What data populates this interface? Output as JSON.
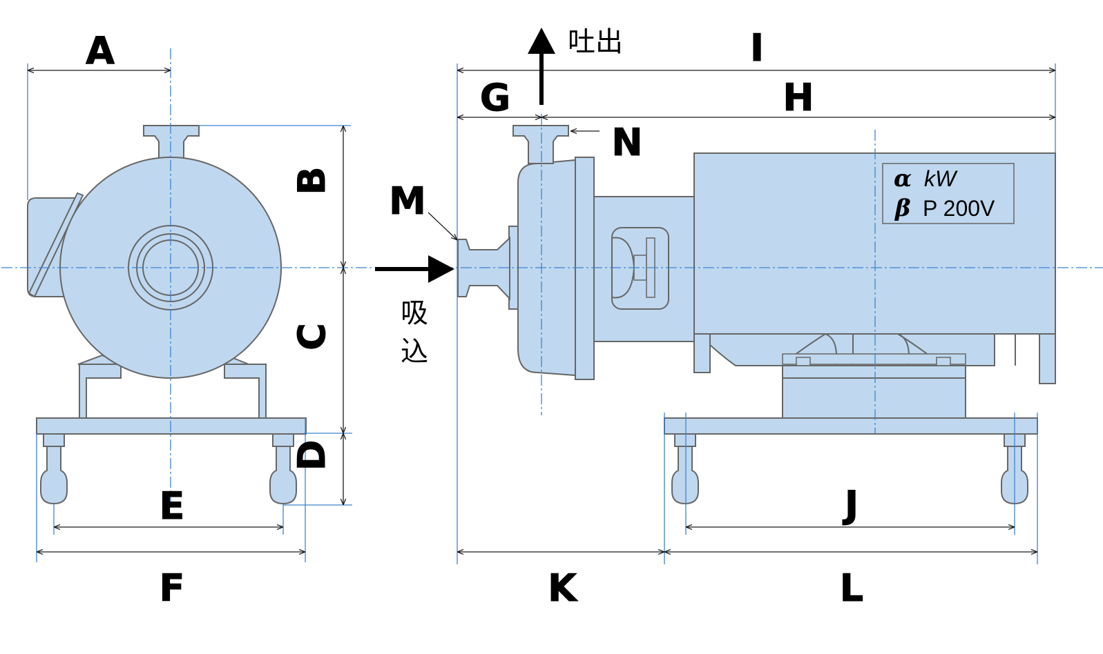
{
  "flow": {
    "discharge": "吐出",
    "suction_line1": "吸",
    "suction_line2": "込"
  },
  "dimensions": {
    "A": "A",
    "B": "B",
    "C": "C",
    "D": "D",
    "E": "E",
    "F": "F",
    "G": "G",
    "H": "H",
    "I": "I",
    "J": "J",
    "K": "K",
    "L": "L",
    "M": "M",
    "N": "N"
  },
  "nameplate": {
    "line1_symbol": "α",
    "line1_text": "kW",
    "line2_symbol": "β",
    "line2_text": "P 200V"
  },
  "colors": {
    "body_fill": "#bfd8ef",
    "outline": "#666666",
    "centerline": "#3f82cf",
    "dimension_line": "#1a1a1a"
  }
}
